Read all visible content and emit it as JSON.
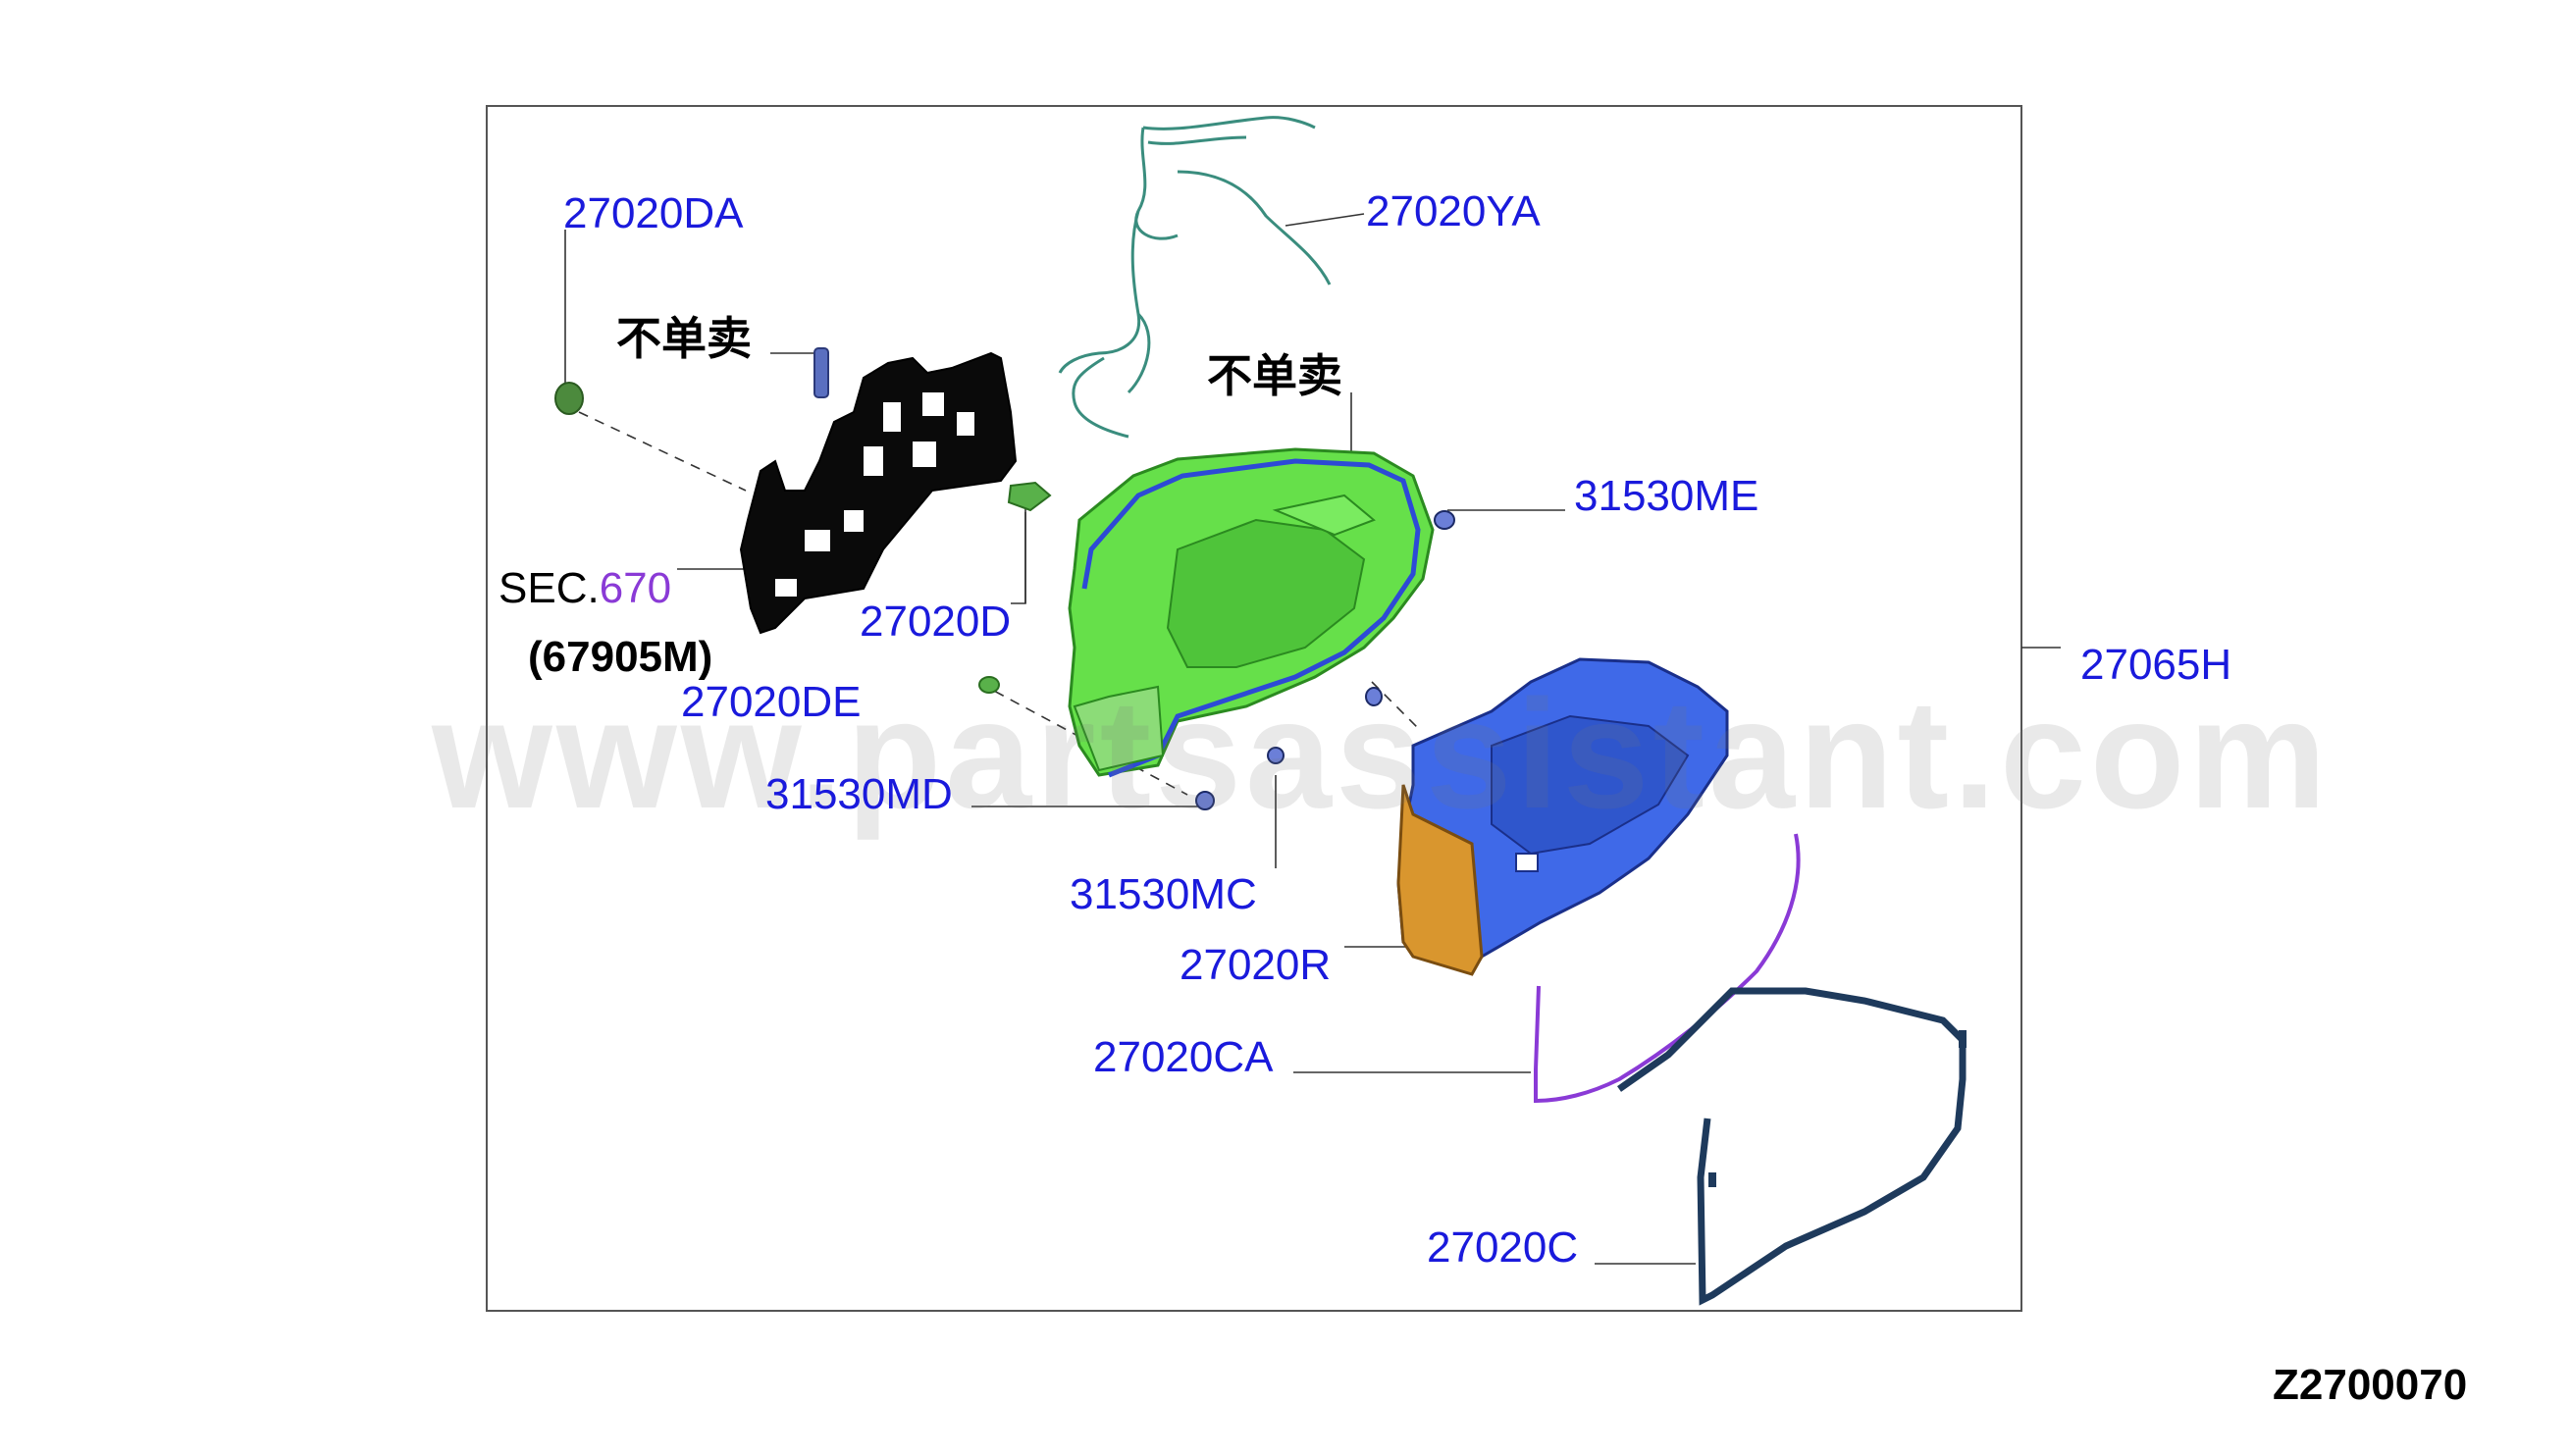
{
  "labels": {
    "p27020DA": "27020DA",
    "p27020YA": "27020YA",
    "not_sold_1": "不单卖",
    "not_sold_2": "不单卖",
    "p31530ME": "31530ME",
    "sec_prefix": "SEC.",
    "sec_num": "670",
    "sec_sub": "(67905M)",
    "p27020D": "27020D",
    "p27020DE": "27020DE",
    "p27065H": "27065H",
    "p31530MD": "31530MD",
    "p31530MC": "31530MC",
    "p27020R": "27020R",
    "p27020CA": "27020CA",
    "p27020C": "27020C"
  },
  "watermark": "www.partsassistant.com",
  "diagram_code": "Z2700070",
  "colors": {
    "part_number": "#1a1adc",
    "section_link": "#8a3ad6",
    "heater_case": "#66e04a",
    "blower_case": "#3f69e8",
    "insulator": "#d9962e",
    "gasket": "#1e3a5c",
    "seal_strip": "#8a3ad6",
    "bracket": "#000000"
  }
}
